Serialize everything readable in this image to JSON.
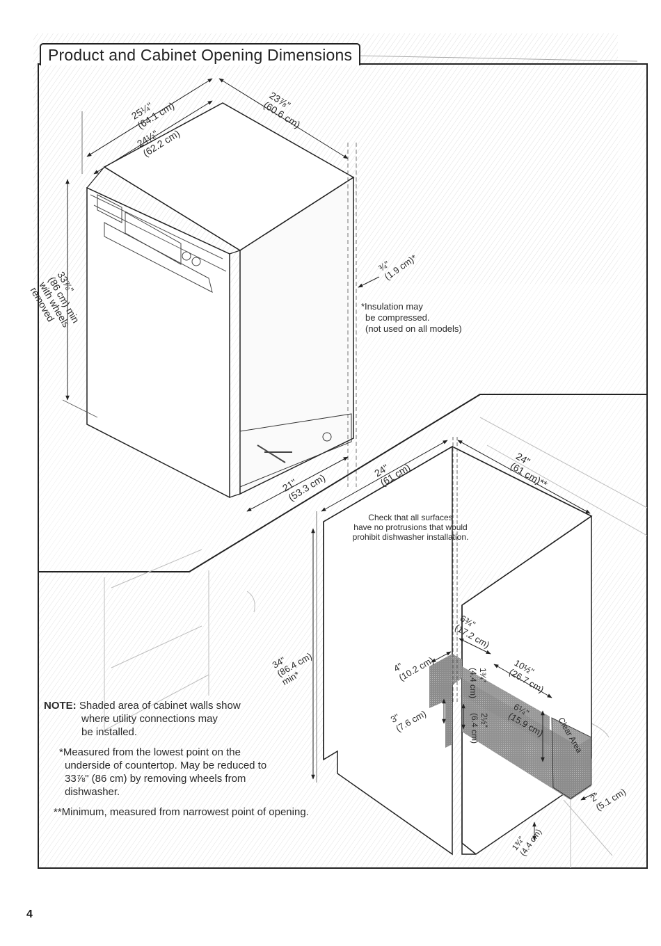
{
  "page": {
    "heading": "Product and Cabinet Opening Dimensions",
    "page_number": "4"
  },
  "dishwasher_dims": {
    "depth_door": "25¼\"",
    "depth_door_cm": "(64.1 cm)",
    "depth_body": "24½\"",
    "depth_body_cm": "(62.2 cm)",
    "width_top": "23⅞\"",
    "width_top_cm": "(60.6 cm)",
    "height": "33⅞\"",
    "height_cm": "(86 cm) min",
    "height_note_1": "with wheels",
    "height_note_2": "removed",
    "insulation": "¾\"",
    "insulation_cm": "(1.9 cm)*",
    "width_bottom": "21\"",
    "width_bottom_cm": "(53.3 cm)"
  },
  "insulation_note": [
    "*Insulation may",
    "be compressed.",
    "(not used on all models)"
  ],
  "cabinet_dims": {
    "depth": "24\"",
    "depth_cm": "(61 cm)",
    "width": "24\"",
    "width_cm": "(61 cm)**",
    "height": "34\"",
    "height_cm": "(86.4 cm)",
    "height_min": "min*",
    "shaded_w": "6¾\"",
    "shaded_w_cm": "(17.2 cm)",
    "side_depth": "4\"",
    "side_depth_cm": "(10.2 cm)",
    "side_height": "3\"",
    "side_height_cm": "(7.6 cm)",
    "floor_1": "1¾\"",
    "floor_1_cm": "(4.4 cm)",
    "floor_2": "2½\"",
    "floor_2_cm": "(6.4 cm)",
    "back_w": "10½\"",
    "back_w_cm": "(26.7 cm)",
    "back_h": "6¼\"",
    "back_h_cm": "(15.9 cm)",
    "clear_area": "Clear Area",
    "toe": "2\"",
    "toe_cm": "(5.1 cm)",
    "bottom": "1¾\"",
    "bottom_cm": "(4.4 cm)"
  },
  "check_note": [
    "Check that all surfaces",
    "have no protrusions that would",
    "prohibit dishwasher installation."
  ],
  "notes": {
    "note_label": "NOTE:",
    "note_text_1": "Shaded area of cabinet walls show",
    "note_text_2": "where utility connections may",
    "note_text_3": "be installed.",
    "measured_1": "*Measured from the lowest point on the",
    "measured_2": "underside of countertop. May be reduced to",
    "measured_3": "33⅞\" (86 cm) by removing wheels from",
    "measured_4": "dishwasher.",
    "minimum": "**Minimum, measured from narrowest point of opening."
  },
  "colors": {
    "line": "#222222",
    "shade": "#9a9a9a",
    "hatch": "#c8c8c8"
  }
}
